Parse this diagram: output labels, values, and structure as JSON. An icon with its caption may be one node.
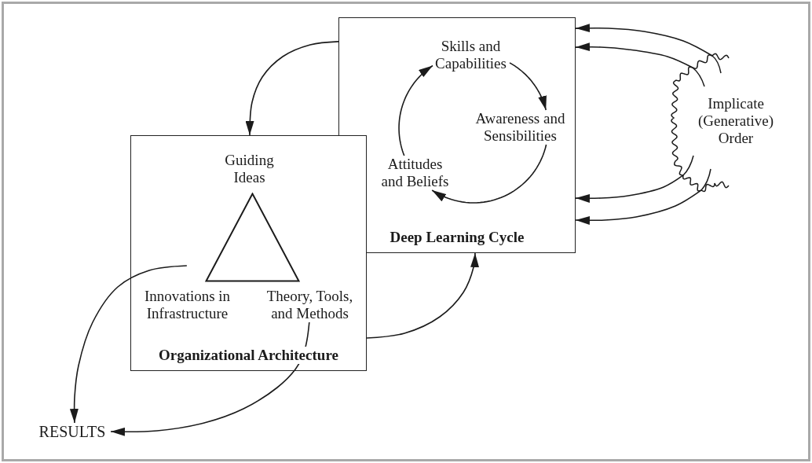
{
  "diagram": {
    "nodes": [
      {
        "text": [
          "Deep Learning Cycle"
        ]
      },
      {
        "text": [
          "Skills and Capabilities"
        ],
        "in": 0
      },
      {
        "text": [
          "Awareness and Sensibilities"
        ],
        "in": 0
      },
      {
        "text": [
          "Attitudes and Beliefs"
        ],
        "in": 0
      },
      {
        "text": [
          "Organizational Architecture"
        ]
      },
      {
        "text": [
          "Guiding Ideas"
        ],
        "in": 4
      },
      {
        "text": [],
        "shape": "triangle",
        "in": 4
      },
      {
        "text": [
          "Innovations in Infrastructure"
        ],
        "in": 4
      },
      {
        "text": [
          "Theory, Tools, and Methods"
        ],
        "in": 4
      },
      {
        "text": [
          "Implicate (Generative) Order"
        ]
      },
      {
        "text": [
          "RESULTS"
        ]
      }
    ],
    "edges": [
      {
        "from": 1,
        "to": 2,
        "arrow": "to"
      },
      {
        "from": 2,
        "to": 3,
        "arrow": "to"
      },
      {
        "from": 3,
        "to": 1,
        "arrow": "to"
      },
      {
        "from": 0,
        "to": 4,
        "arrow": "to"
      },
      {
        "from": 4,
        "to": 0,
        "arrow": "to"
      },
      {
        "from": 7,
        "to": 10,
        "arrow": "to"
      },
      {
        "from": 8,
        "to": 10,
        "arrow": "to"
      },
      {
        "from": 9,
        "to": 0,
        "arrow": "to"
      },
      {
        "from": 9,
        "to": 0,
        "arrow": "to"
      },
      {
        "from": 9,
        "to": 0,
        "arrow": "to"
      },
      {
        "from": 9,
        "to": 0,
        "arrow": "to"
      }
    ]
  }
}
